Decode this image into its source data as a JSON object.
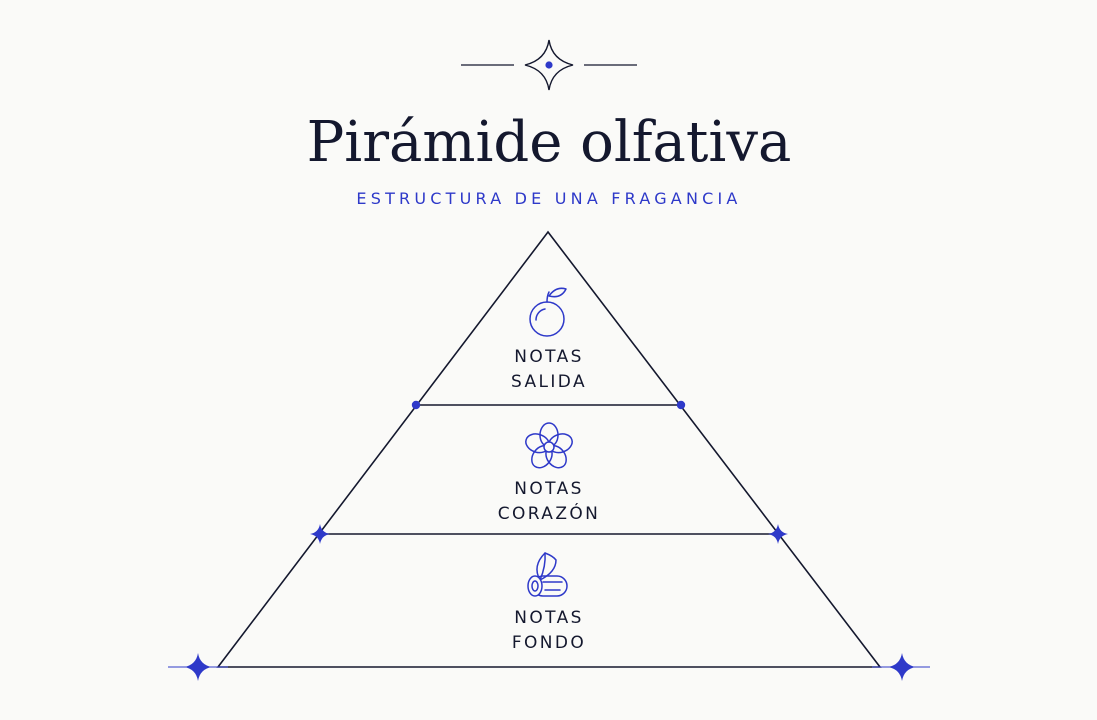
{
  "header": {
    "title": "Pirámide olfativa",
    "subtitle": "ESTRUCTURA DE UNA FRAGANCIA"
  },
  "tiers": [
    {
      "line1": "NOTAS",
      "line2": "SALIDA",
      "icon": "orange-icon"
    },
    {
      "line1": "NOTAS",
      "line2": "CORAZÓN",
      "icon": "flower-icon"
    },
    {
      "line1": "NOTAS",
      "line2": "FONDO",
      "icon": "wood-log-icon"
    }
  ],
  "colors": {
    "ink": "#14182e",
    "accent": "#2e39c9",
    "background": "#fafaf8"
  }
}
